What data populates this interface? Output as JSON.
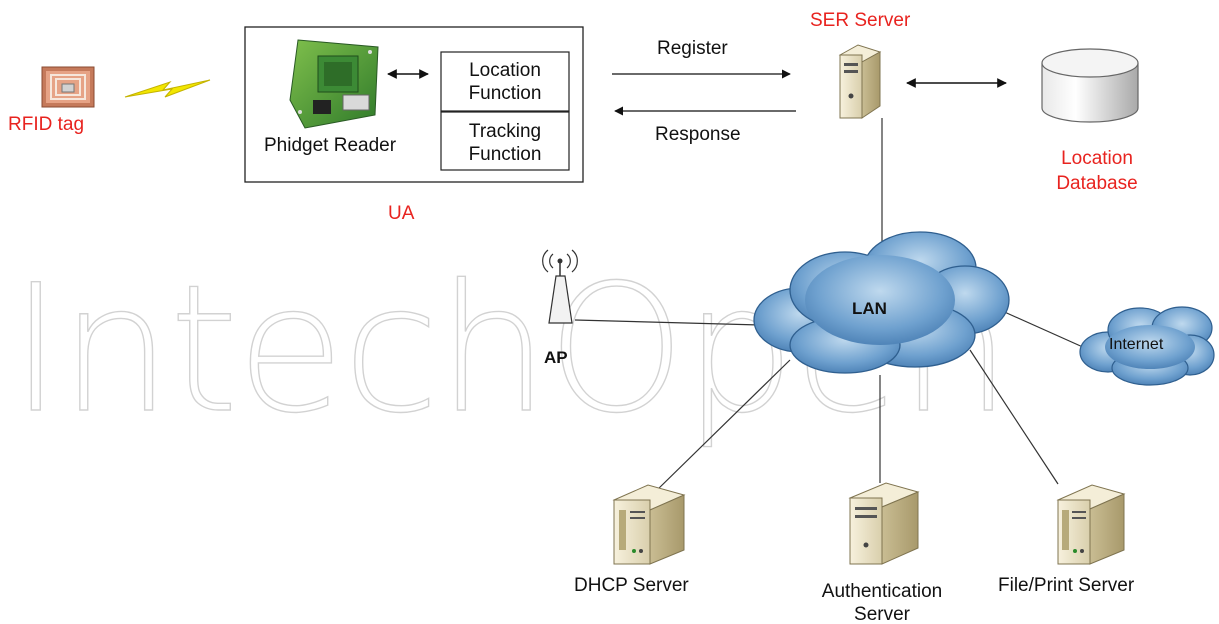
{
  "watermark": "IntechOpen",
  "tag": {
    "label": "RFID tag"
  },
  "ua": {
    "label": "UA",
    "reader_label": "Phidget Reader",
    "location_function": [
      "Location",
      "Function"
    ],
    "tracking_function": [
      "Tracking",
      "Function"
    ]
  },
  "messages": {
    "register": "Register",
    "response": "Response"
  },
  "ser_server": {
    "label": "SER Server"
  },
  "database": {
    "label": [
      "Location",
      "Database"
    ]
  },
  "network": {
    "lan": "LAN",
    "internet": "Internet",
    "ap": "AP"
  },
  "servers": {
    "dhcp": [
      "DHCP Server"
    ],
    "auth": [
      "Authentication",
      "Server"
    ],
    "fileprint": [
      "File/Print Server"
    ]
  },
  "colors": {
    "accent_red": "#e8231f",
    "cloud_blue": "#4f88bf",
    "lightning": "#f2e600",
    "server_beige": "#ece3c5"
  }
}
